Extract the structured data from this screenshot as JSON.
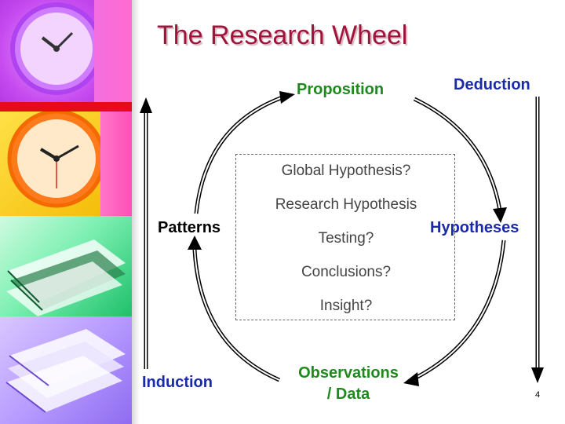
{
  "title": "The Research Wheel",
  "cycle": {
    "proposition": "Proposition",
    "hypotheses": "Hypotheses",
    "observations_line1": "Observations",
    "observations_line2": "/ Data",
    "patterns": "Patterns"
  },
  "side": {
    "deduction": "Deduction",
    "induction": "Induction"
  },
  "questions": [
    "Global Hypothesis?",
    "Research Hypothesis",
    "Testing?",
    "Conclusions?",
    "Insight?"
  ],
  "page_number": "4",
  "colors": {
    "title": "#a0133a",
    "green_label": "#1e8a1e",
    "blue_label": "#1a2aa8"
  },
  "icons": [
    "clock-icon",
    "clock-icon",
    "books-icon",
    "books-icon"
  ]
}
